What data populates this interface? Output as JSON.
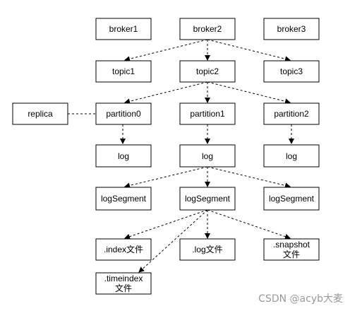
{
  "nodes": {
    "broker1": "broker1",
    "broker2": "broker2",
    "broker3": "broker3",
    "topic1": "topic1",
    "topic2": "topic2",
    "topic3": "topic3",
    "replica": "replica",
    "partition0": "partition0",
    "partition1": "partition1",
    "partition2": "partition2",
    "log0": "log",
    "log1": "log",
    "log2": "log",
    "logsegment0": "logSegment",
    "logsegment1": "logSegment",
    "logsegment2": "logSegment",
    "index_file": ".index文件",
    "log_file": ".log文件",
    "snapshot_file_line1": ".snapshot",
    "snapshot_file_line2": "文件",
    "timeindex_file_line1": ".timeindex",
    "timeindex_file_line2": "文件"
  },
  "watermark": "CSDN @acyb大麦"
}
